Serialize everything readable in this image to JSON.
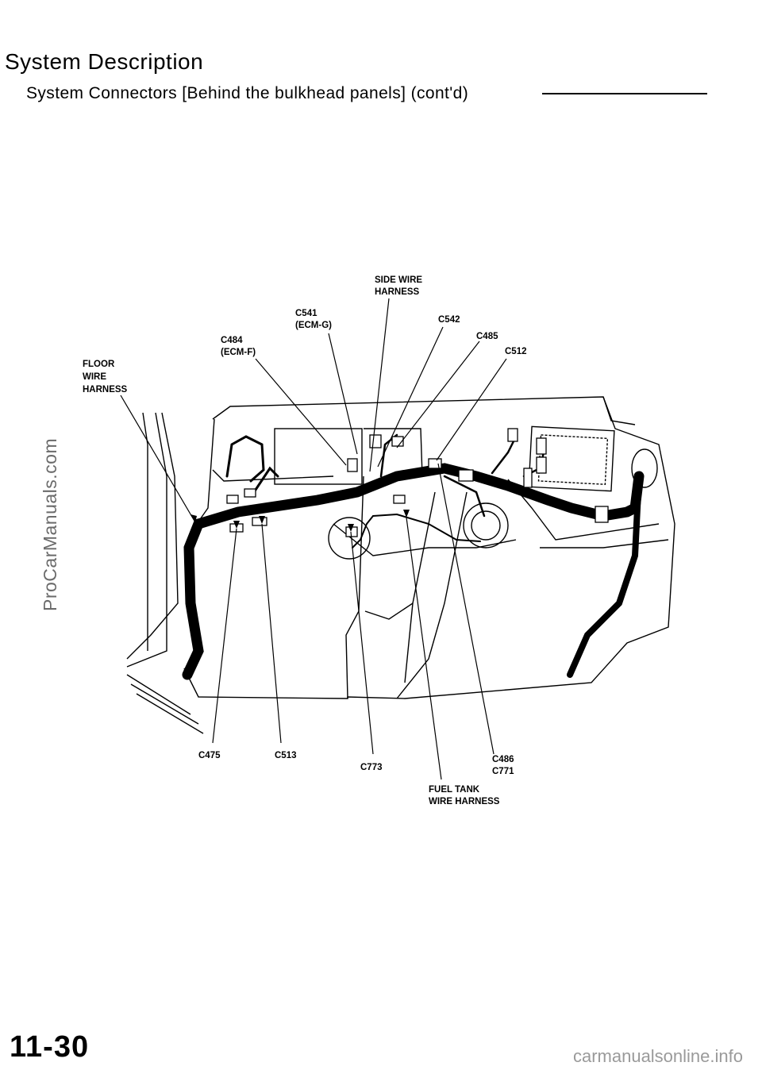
{
  "header": {
    "title": "System Description",
    "subtitle": "System Connectors [Behind the bulkhead panels] (cont'd)"
  },
  "diagram": {
    "labels": {
      "floor_wire_harness": [
        "FLOOR",
        "WIRE",
        "HARNESS"
      ],
      "c484": [
        "C484",
        "(ECM-F)"
      ],
      "c541": [
        "C541",
        "(ECM-G)"
      ],
      "side_wire_harness": [
        "SIDE WIRE",
        "HARNESS"
      ],
      "c542": "C542",
      "c485": "C485",
      "c512": "C512",
      "c475": "C475",
      "c513": "C513",
      "c773": "C773",
      "c486_c771": [
        "C486",
        "C771"
      ],
      "fuel_tank_wire_harness": [
        "FUEL TANK",
        "WIRE HARNESS"
      ]
    }
  },
  "watermark": "ProCarManuals.com",
  "footer": {
    "page_number": "11-30",
    "site": "carmanualsonline.info"
  }
}
